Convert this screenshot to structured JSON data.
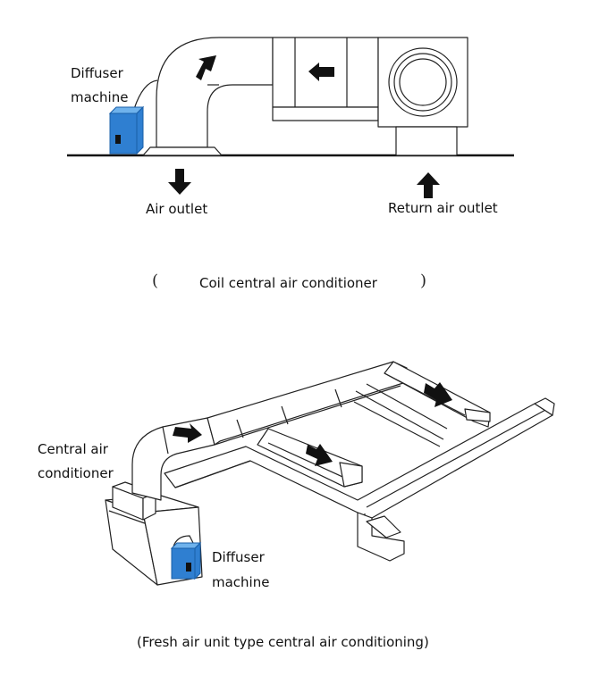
{
  "top_diagram": {
    "diffuser_label_line1": "Diffuser",
    "diffuser_label_line2": "machine",
    "air_outlet_label": "Air outlet",
    "return_air_outlet_label": "Return air outlet",
    "caption_open": "(",
    "caption": "Coil central air conditioner",
    "caption_close": ")"
  },
  "bottom_diagram": {
    "central_label_line1": "Central air",
    "central_label_line2": "conditioner",
    "diffuser_label_line1": "Diffuser",
    "diffuser_label_line2": "machine",
    "caption": "(Fresh air unit type central air conditioning)"
  },
  "colors": {
    "diffuser_body": "#2f7fd1",
    "diffuser_top": "#6fb2ec",
    "outline": "#222222",
    "arrow": "#111111"
  }
}
